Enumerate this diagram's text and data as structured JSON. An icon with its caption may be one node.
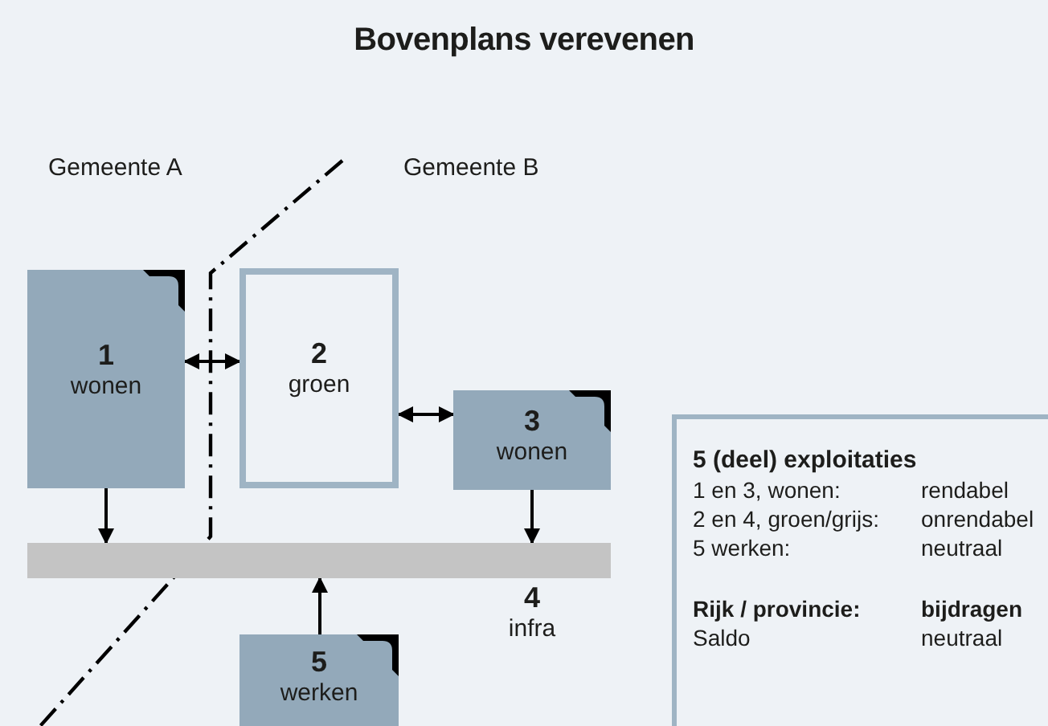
{
  "diagram": {
    "title": "Bovenplans verevenen",
    "nodes": [
      {
        "text": [
          "1",
          "wonen"
        ]
      },
      {
        "text": [
          "2",
          "groen"
        ]
      },
      {
        "text": [
          "3",
          "wonen"
        ]
      },
      {
        "text": [],
        "shape": "bar",
        "beside": [
          "4",
          "infra"
        ]
      },
      {
        "text": [
          "5",
          "werken"
        ]
      },
      {
        "text": [
          "5 (deel) exploitaties",
          "1 en 3, wonen:",
          "rendabel",
          "2 en 4, groen/grijs:",
          "onrendabel",
          "5 werken:",
          "neutraal",
          "Rijk / provincie:",
          "bijdragen",
          "Saldo",
          "neutraal"
        ]
      }
    ],
    "edges": [
      {
        "from": 0,
        "to": 1,
        "arrow": "both"
      },
      {
        "from": 1,
        "to": 2,
        "arrow": "both"
      },
      {
        "from": 0,
        "to": 3,
        "arrow": "to"
      },
      {
        "from": 2,
        "to": 3,
        "arrow": "to"
      },
      {
        "from": 4,
        "to": 3,
        "arrow": "to"
      }
    ],
    "labels": [
      "Gemeente A",
      "Gemeente B"
    ]
  }
}
